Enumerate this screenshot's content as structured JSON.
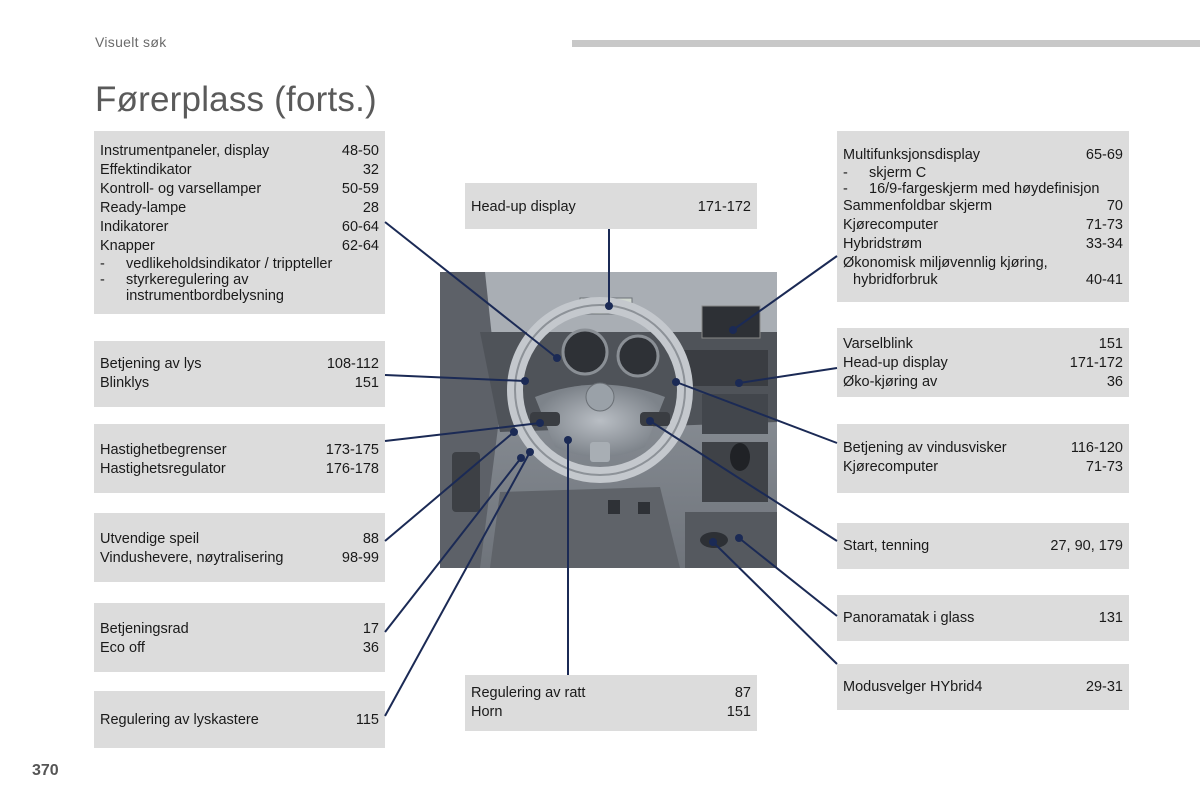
{
  "header": {
    "section": "Visuelt søk",
    "title": "Førerplass (forts.)",
    "page_number": "370"
  },
  "colors": {
    "box_bg": "#dcdcdc",
    "callout_line": "#1b2a55",
    "header_bar": "#c8c8c8"
  },
  "boxes": {
    "instrument": {
      "rows": [
        {
          "label": "Instrumentpaneler, display",
          "pages": "48-50"
        },
        {
          "label": "Effektindikator",
          "pages": "32"
        },
        {
          "label": "Kontroll- og varsellamper",
          "pages": "50-59"
        },
        {
          "label": "Ready-lampe",
          "pages": "28"
        },
        {
          "label": "Indikatorer",
          "pages": "60-64"
        },
        {
          "label": "Knapper",
          "pages": "62-64"
        }
      ],
      "sub": [
        "vedlikeholdsindikator / trippteller",
        "styrkeregulering av",
        "instrumentbordbelysning"
      ]
    },
    "lights": {
      "rows": [
        {
          "label": "Betjening av lys",
          "pages": "108-112"
        },
        {
          "label": "Blinklys",
          "pages": "151"
        }
      ]
    },
    "speed": {
      "rows": [
        {
          "label": "Hastighetbegrenser",
          "pages": "173-175"
        },
        {
          "label": "Hastighetsregulator",
          "pages": "176-178"
        }
      ]
    },
    "mirrors": {
      "rows": [
        {
          "label": "Utvendige speil",
          "pages": "88"
        },
        {
          "label": "Vindushevere, nøytralisering",
          "pages": "98-99"
        }
      ]
    },
    "controls": {
      "rows": [
        {
          "label": "Betjeningsrad",
          "pages": "17"
        },
        {
          "label": "Eco off",
          "pages": "36"
        }
      ]
    },
    "headlamp": {
      "rows": [
        {
          "label": "Regulering av lyskastere",
          "pages": "115"
        }
      ]
    },
    "hud": {
      "rows": [
        {
          "label": "Head-up display",
          "pages": "171-172"
        }
      ]
    },
    "steering": {
      "rows": [
        {
          "label": "Regulering av ratt",
          "pages": "87"
        },
        {
          "label": "Horn",
          "pages": "151"
        }
      ]
    },
    "multi": {
      "first": {
        "label": "Multifunksjonsdisplay",
        "pages": "65-69"
      },
      "sub": [
        "skjerm C",
        "16/9-fargeskjerm med høydefinisjon"
      ],
      "rows": [
        {
          "label": "Sammenfoldbar skjerm",
          "pages": "70"
        },
        {
          "label": "Kjørecomputer",
          "pages": "71-73"
        },
        {
          "label": "Hybridstrøm",
          "pages": "33-34"
        }
      ],
      "last": {
        "line1": "Økonomisk miljøvennlig kjøring,",
        "line2": "hybridforbruk",
        "pages": "40-41"
      }
    },
    "hazard": {
      "rows": [
        {
          "label": "Varselblink",
          "pages": "151"
        },
        {
          "label": "Head-up display",
          "pages": "171-172"
        },
        {
          "label": "Øko-kjøring av",
          "pages": "36"
        }
      ]
    },
    "wiper": {
      "rows": [
        {
          "label": "Betjening av vindusvisker",
          "pages": "116-120"
        },
        {
          "label": "Kjørecomputer",
          "pages": "71-73"
        }
      ]
    },
    "start": {
      "rows": [
        {
          "label": "Start, tenning",
          "pages": "27, 90, 179"
        }
      ]
    },
    "roof": {
      "rows": [
        {
          "label": "Panoramatak i glass",
          "pages": "131"
        }
      ]
    },
    "mode": {
      "rows": [
        {
          "label": "Modusvelger HYbrid4",
          "pages": "29-31"
        }
      ]
    }
  }
}
